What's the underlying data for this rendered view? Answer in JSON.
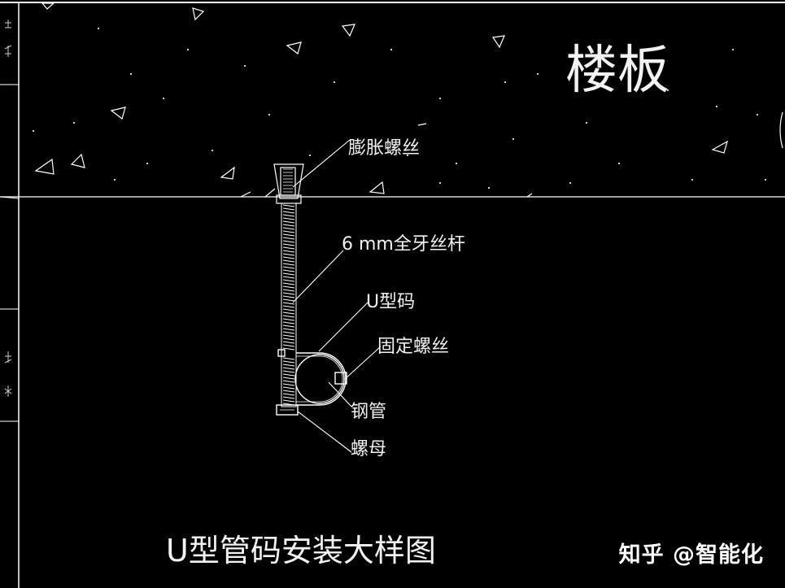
{
  "slab_label": "楼板",
  "callouts": {
    "expansion_bolt": "膨胀螺丝",
    "threaded_rod": "6 mm全牙丝杆",
    "u_clamp": "U型码",
    "fixing_screw": "固定螺丝",
    "steel_pipe": "钢管",
    "nut": "螺母"
  },
  "drawing_title": "U型管码安装大样图",
  "watermark": "知乎 @智能化",
  "colors": {
    "background": "#000000",
    "linework": "#ffffff"
  }
}
